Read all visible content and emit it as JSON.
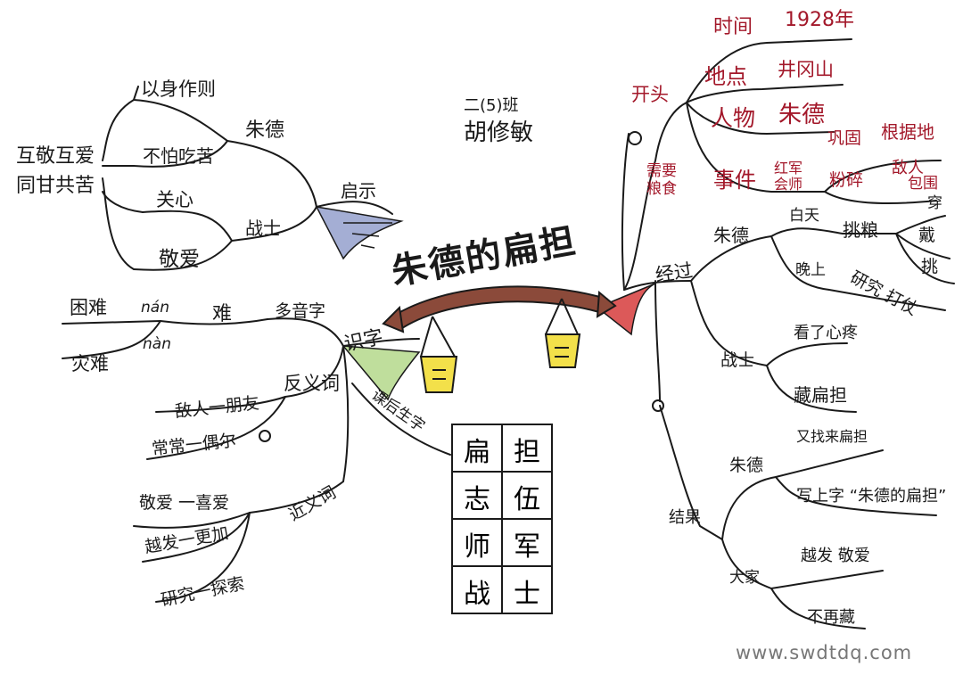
{
  "title": "朱德的扁担",
  "author": {
    "class": "二(5)班",
    "name": "胡修敏"
  },
  "watermark": "www.swdtdq.com",
  "colors": {
    "ink": "#1a1a1a",
    "red": "#a3182a",
    "pole": "#8b4a3a",
    "bucket": "#f3e04a"
  },
  "branches": {
    "qishi": {
      "label": "启示",
      "zhude": {
        "label": "朱德",
        "items": [
          "以身作则",
          "不怕吃苦"
        ]
      },
      "zhanshi": {
        "label": "战士",
        "items": [
          "关心",
          "敬爱"
        ]
      },
      "summary": [
        "互敬互爱",
        "同甘共苦"
      ]
    },
    "shizi": {
      "label": "识字",
      "duoyinzi": {
        "label": "多音字",
        "char": "难",
        "readings": [
          {
            "pinyin": "nán",
            "word": "困难"
          },
          {
            "pinyin": "nàn",
            "word": "灾难"
          }
        ]
      },
      "fanyici": {
        "label": "反义词",
        "items": [
          "敌人一朋友",
          "常常一偶尔"
        ]
      },
      "jinyici": {
        "label": "近义词",
        "items": [
          "敬爱 一喜爱",
          "越发一更加",
          "研究一探索"
        ]
      },
      "kehoushengzi": {
        "label": "课后生字",
        "chars": [
          [
            "扁",
            "担"
          ],
          [
            "志",
            "伍"
          ],
          [
            "师",
            "军"
          ],
          [
            "战",
            "士"
          ]
        ]
      }
    },
    "kaitou": {
      "label": "开头",
      "time": {
        "label": "时间",
        "value": "1928年"
      },
      "place": {
        "label": "地点",
        "value": "井冈山"
      },
      "person": {
        "label": "人物",
        "value": "朱德"
      },
      "event": {
        "label": "事件",
        "value": "红军会师",
        "results": [
          "巩固",
          "根据地",
          "粉碎",
          "敌人",
          "包围"
        ]
      },
      "need": "需要粮食"
    },
    "jingguo": {
      "label": "经过",
      "zhude": {
        "label": "朱德",
        "day": "白天",
        "day_action": "挑粮",
        "day_details": [
          "穿",
          "戴",
          "挑"
        ],
        "night": "晚上",
        "night_action": "研究 打仗"
      },
      "zhanshi": {
        "label": "战士",
        "items": [
          "看了心疼",
          "藏扁担"
        ]
      }
    },
    "jieguo": {
      "label": "结果",
      "zhude": {
        "label": "朱德",
        "items": [
          "又找来扁担",
          "写上字 “朱德的扁担”"
        ]
      },
      "dajia": {
        "label": "大家",
        "items": [
          "越发 敬爱",
          "不再藏"
        ]
      }
    }
  }
}
